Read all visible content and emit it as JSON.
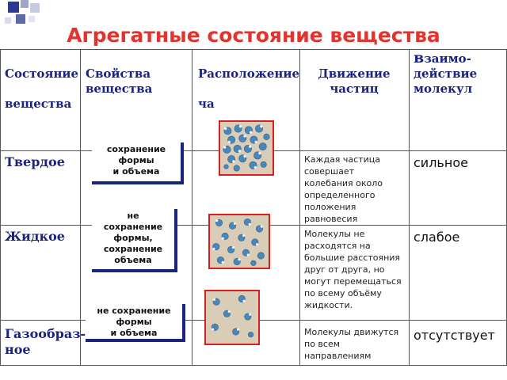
{
  "title": "Агрегатные состояние вещества",
  "headers": {
    "state": "Состояние\n\nвещества",
    "properties": "Свойства вещества",
    "arrangement": "Расположение\n\nча",
    "motion": "Движение частиц",
    "interaction_first": "в",
    "interaction_rest": "заимо-действие молекул"
  },
  "rows": [
    {
      "state": "Твердое",
      "property_lines": [
        "сохранение",
        "формы",
        "и объема"
      ],
      "motion": "Каждая частица совершает колебания около определенного положения равновесия",
      "interaction": "сильное"
    },
    {
      "state": "Жидкое",
      "property_lines": [
        "не",
        "сохранение",
        "формы,",
        "сохранение",
        "объема"
      ],
      "motion": "Молекулы не расходятся на большие расстояния друг от друга, но могут перемещаться по всему объёму жидкости.",
      "interaction": "слабое"
    },
    {
      "state": "Газообраз-ное",
      "property_lines": [
        "не сохранение",
        "формы",
        "и объема"
      ],
      "motion": "Молекулы движутся по всем направлениям",
      "interaction": "отсутствует"
    }
  ],
  "colors": {
    "title": "#e2332f",
    "header_text": "#1a237e",
    "callout_shadow": "#1a237e",
    "image_border": "#d81e1e",
    "molecule": "#4a86b8"
  }
}
